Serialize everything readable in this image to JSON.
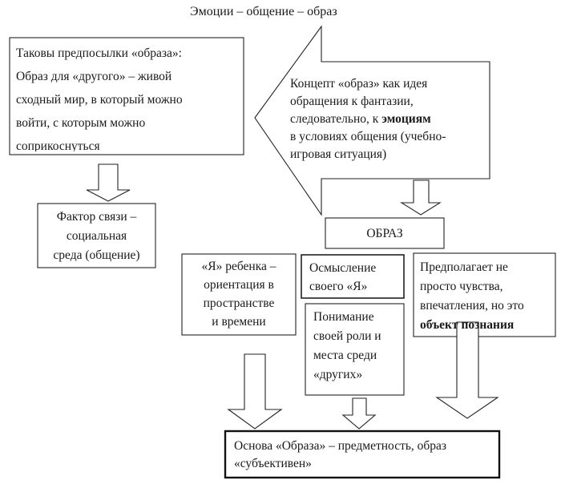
{
  "title": "Эмоции – общение – образ",
  "premises": {
    "lines": [
      "Таковы предпосылки «образа»:",
      "Образ для «другого» – живой",
      "сходный мир, в который можно",
      "войти, с которым можно",
      "соприкоснуться"
    ]
  },
  "factor": {
    "lines": [
      "Фактор связи –",
      "социальная",
      "среда (общение)"
    ]
  },
  "concept": {
    "line1": "Концепт «образ» как идея",
    "line2": "обращения к фантазии,",
    "line3_prefix": "следовательно, к ",
    "line3_bold": "эмоциям",
    "line4": "в условиях общения (учебно-",
    "line5": "игровая ситуация)"
  },
  "image_box": {
    "label": "ОБРАЗ"
  },
  "child_self": {
    "lines": [
      "«Я» ребенка –",
      "ориентация в",
      "пространстве",
      "и времени"
    ]
  },
  "comprehension": {
    "lines": [
      "Осмысление",
      "своего «Я»"
    ]
  },
  "understanding": {
    "lines": [
      "Понимание",
      "своей роли и",
      "места среди",
      "«других»"
    ]
  },
  "cognition": {
    "line1": "Предполагает не",
    "line2": "просто чувства,",
    "line3": "впечатления, но это",
    "line4_bold": "объект познания"
  },
  "basis": {
    "line1": "Основа «Образа» – предметность, образ",
    "line2": "«субъективен»"
  }
}
